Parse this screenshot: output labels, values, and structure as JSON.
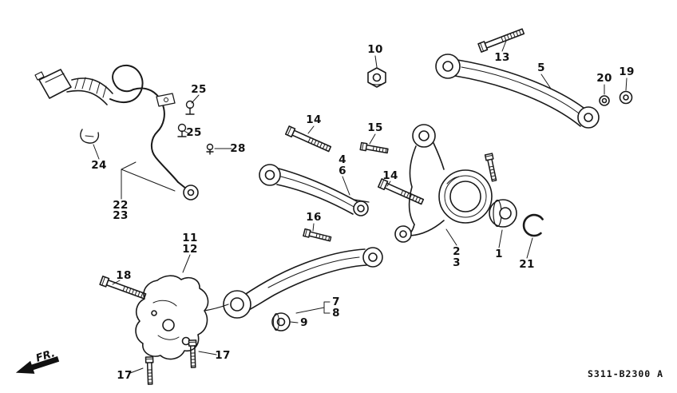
{
  "callouts": [
    {
      "label": "25"
    },
    {
      "label": "25"
    },
    {
      "label": "28"
    },
    {
      "label": "24"
    },
    {
      "label": "22"
    },
    {
      "label": "23"
    },
    {
      "label": "10"
    },
    {
      "label": "13"
    },
    {
      "label": "5"
    },
    {
      "label": "20"
    },
    {
      "label": "19"
    },
    {
      "label": "14"
    },
    {
      "label": "15"
    },
    {
      "label": "4"
    },
    {
      "label": "6"
    },
    {
      "label": "14"
    },
    {
      "label": "16"
    },
    {
      "label": "11"
    },
    {
      "label": "12"
    },
    {
      "label": "18"
    },
    {
      "label": "2"
    },
    {
      "label": "3"
    },
    {
      "label": "1"
    },
    {
      "label": "21"
    },
    {
      "label": "7"
    },
    {
      "label": "8"
    },
    {
      "label": "9"
    },
    {
      "label": "17"
    },
    {
      "label": "17"
    }
  ],
  "footer": {
    "fr_label": "FR.",
    "part_code": "S311-B2300 A"
  }
}
